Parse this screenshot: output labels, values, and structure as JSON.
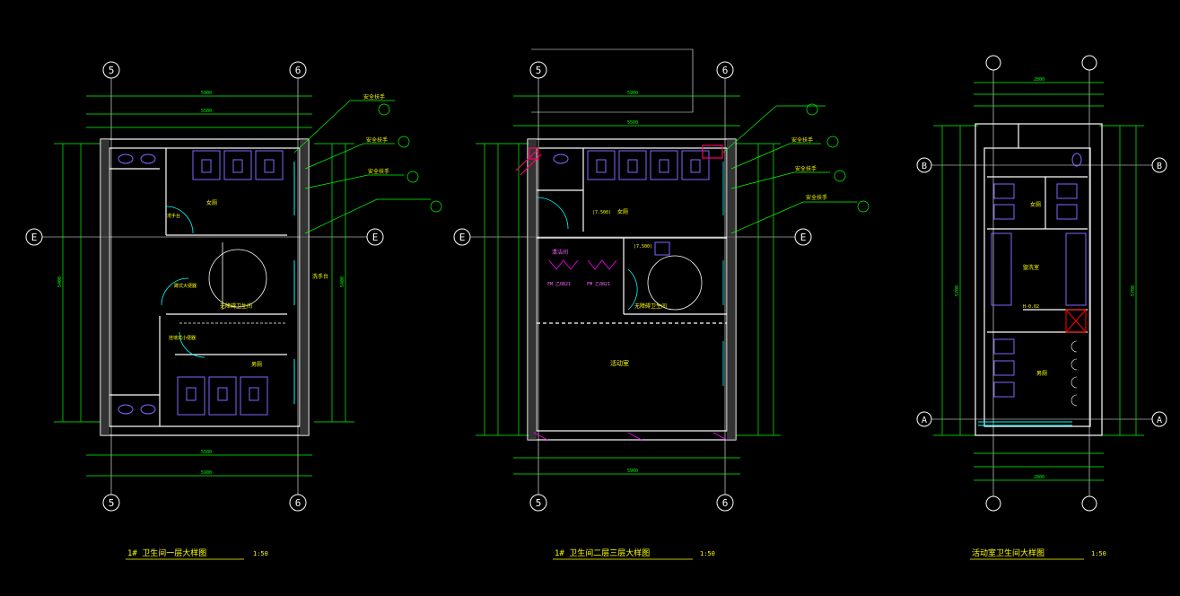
{
  "drawings": [
    {
      "title": "1# 卫生间一层大样图",
      "scale": "1:50",
      "grid_top": [
        "5",
        "6"
      ],
      "grid_side": "E",
      "dims": {
        "overall_top": "5900",
        "inner_top": "5500",
        "bottom_inner": "5500",
        "bottom_overall": "5900",
        "left_height": "5400",
        "right_height": "5400"
      },
      "rooms": {
        "female": "女厕",
        "male": "男厕",
        "accessible": "无障碍卫生间"
      },
      "notes": [
        "安全扶手",
        "安全扶手",
        "安全扶手",
        "洗手台",
        "洗手台",
        "挂墙式小便器",
        "蹲式大便器"
      ]
    },
    {
      "title": "1# 卫生间二层三层大样图",
      "scale": "1:50",
      "grid_top": [
        "5",
        "6"
      ],
      "grid_side": "E",
      "dims": {
        "overall_top": "5900",
        "inner_top": "5500",
        "bottom_overall": "5900"
      },
      "rooms": {
        "female": "女厕",
        "cleaning": "清洁间",
        "accessible": "无障碍卫生间",
        "activity": "活动室"
      },
      "notes": [
        "安全扶手",
        "安全扶手",
        "安全扶手",
        "FM 乙0821",
        "FM 乙0821",
        "(7.500)",
        "(7.500)"
      ]
    },
    {
      "title": "活动室卫生间大样图",
      "scale": "1:50",
      "grid_side": [
        "B",
        "A"
      ],
      "dims": {
        "top": "2800",
        "bottom": "2800",
        "left_total": "5700",
        "right_total": "5700"
      },
      "rooms": {
        "female": "女厕",
        "male": "男厕",
        "sink": "盥洗室"
      },
      "notes": [
        "H-0.02"
      ]
    }
  ],
  "colors": {
    "wall": "#ffffff",
    "dim": "#00ff00",
    "fixture": "#7b68ff",
    "text": "#ffff00",
    "axis": "#ffffff",
    "hatch": "#ff00ff",
    "cyan": "#00ffff"
  }
}
